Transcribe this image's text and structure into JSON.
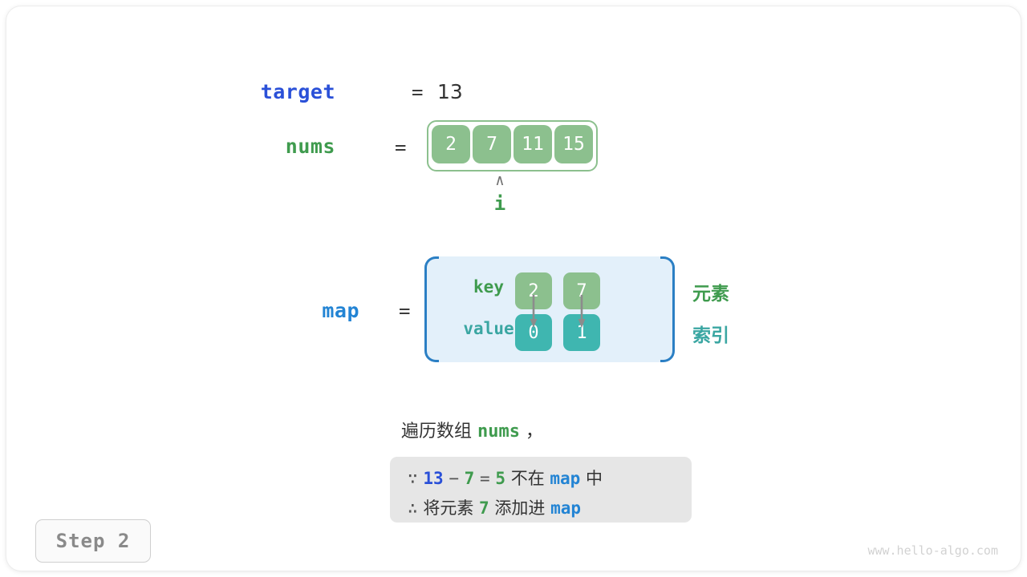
{
  "diagram": {
    "target": {
      "label": "target",
      "equals": "=",
      "value": "13"
    },
    "nums": {
      "label": "nums",
      "equals": "=",
      "cells": [
        "2",
        "7",
        "11",
        "15"
      ],
      "pointer": {
        "caret": "∧",
        "label": "i",
        "index": 1
      }
    },
    "map": {
      "label": "map",
      "equals": "=",
      "row_labels": {
        "key": "key",
        "value": "value"
      },
      "pairs": [
        {
          "key": "2",
          "value": "0"
        },
        {
          "key": "7",
          "value": "1"
        }
      ],
      "legend": {
        "element": "元素",
        "index": "索引"
      }
    },
    "description": {
      "prefix": "遍历数组",
      "keyword": "nums",
      "suffix": "，"
    },
    "note": {
      "line1": {
        "because": "∵",
        "a": "13",
        "minus": "−",
        "b": "7",
        "eq": "=",
        "result": "5",
        "text_mid": "不在",
        "map": "map",
        "text_end": "中"
      },
      "line2": {
        "therefore": "∴",
        "text_start": "将元素",
        "element": "7",
        "text_mid": "添加进",
        "map": "map"
      }
    },
    "step_badge": "Step 2",
    "watermark": "www.hello-algo.com",
    "colors": {
      "green": "#3f9b4e",
      "cell_green": "#8cc08e",
      "teal": "#3fb6b0",
      "royal_blue": "#2a50d8",
      "azure_blue": "#2384d4",
      "map_fill": "#e3f0fa",
      "map_bracket": "#2b7fc4",
      "note_bg": "#e6e6e6",
      "arrow_gray": "#8c8c8c"
    }
  }
}
